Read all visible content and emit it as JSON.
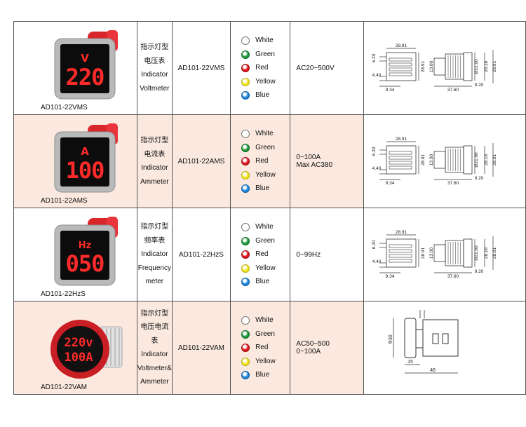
{
  "rows": [
    {
      "caption": "AD101-22VMS",
      "display_unit": "V",
      "display_digits": "220",
      "housing": "square",
      "type_lines": [
        "指示灯型",
        "电压表",
        "Indicator",
        "Voltmeter"
      ],
      "model": "AD101-22VMS",
      "range_lines": [
        "AC20~500V"
      ],
      "alt": false,
      "dims": {
        "top": "28.91",
        "left1": "6.20",
        "left2": "4.40",
        "bottom_left": "9.34",
        "side": "28.91",
        "mid": "13.00",
        "bottom_right": "37.60",
        "dia": "Ø21.90",
        "r1": "28.18",
        "r2": "28.91",
        "br": "9.20"
      }
    },
    {
      "caption": "AD101-22AMS",
      "display_unit": "A",
      "display_digits": "100",
      "housing": "square",
      "type_lines": [
        "指示灯型",
        "电流表",
        "Indicator",
        "Ammeter"
      ],
      "model": "AD101-22AMS",
      "range_lines": [
        "0~100A",
        "Max  AC380"
      ],
      "alt": true,
      "dims": {
        "top": "28.91",
        "left1": "6.20",
        "left2": "4.40",
        "bottom_left": "9.34",
        "side": "28.91",
        "mid": "13.00",
        "bottom_right": "37.60",
        "dia": "Ø21.90",
        "r1": "28.18",
        "r2": "28.91",
        "br": "9.20"
      }
    },
    {
      "caption": "AD101-22HzS",
      "display_unit": "Hz",
      "display_digits": "050",
      "housing": "square",
      "type_lines": [
        "指示灯型",
        "频率表",
        "Indicator",
        "Frequency",
        "meter"
      ],
      "model": "AD101-22HzS",
      "range_lines": [
        "0~99Hz"
      ],
      "alt": false,
      "dims": {
        "top": "28.91",
        "left1": "6.20",
        "left2": "4.40",
        "bottom_left": "9.34",
        "side": "28.91",
        "mid": "13.00",
        "bottom_right": "37.60",
        "dia": "Ø21.90",
        "r1": "28.18",
        "r2": "28.91",
        "br": "9.20"
      }
    },
    {
      "caption": "AD101-22VAM",
      "display_unit": "V",
      "display_digits": "220",
      "display_digits2": "100",
      "housing": "round",
      "type_lines": [
        "指示灯型",
        "电压电流",
        "表",
        "Indicator",
        "Voltmeter&",
        "Ammeter"
      ],
      "model": "AD101-22VAM",
      "range_lines": [
        "AC50~500",
        "0~100A"
      ],
      "alt": true,
      "dims": {
        "dia": "Φ30",
        "small": "15",
        "len": "46"
      }
    }
  ],
  "color_options": [
    {
      "label": "White",
      "color": "#ffffff",
      "stroke": "#777777"
    },
    {
      "label": "Green",
      "color": "#1a9a3a",
      "stroke": "#0e6a24"
    },
    {
      "label": "Red",
      "color": "#e0141a",
      "stroke": "#9a0a0e"
    },
    {
      "label": "Yellow",
      "color": "#f2e61a",
      "stroke": "#b8ac10"
    },
    {
      "label": "Blue",
      "color": "#1a86e0",
      "stroke": "#0e5a9c"
    }
  ],
  "theme": {
    "row_alt_bg": "#fbe9e0",
    "led_red": "#ff2a2a",
    "grid": "#555555"
  }
}
